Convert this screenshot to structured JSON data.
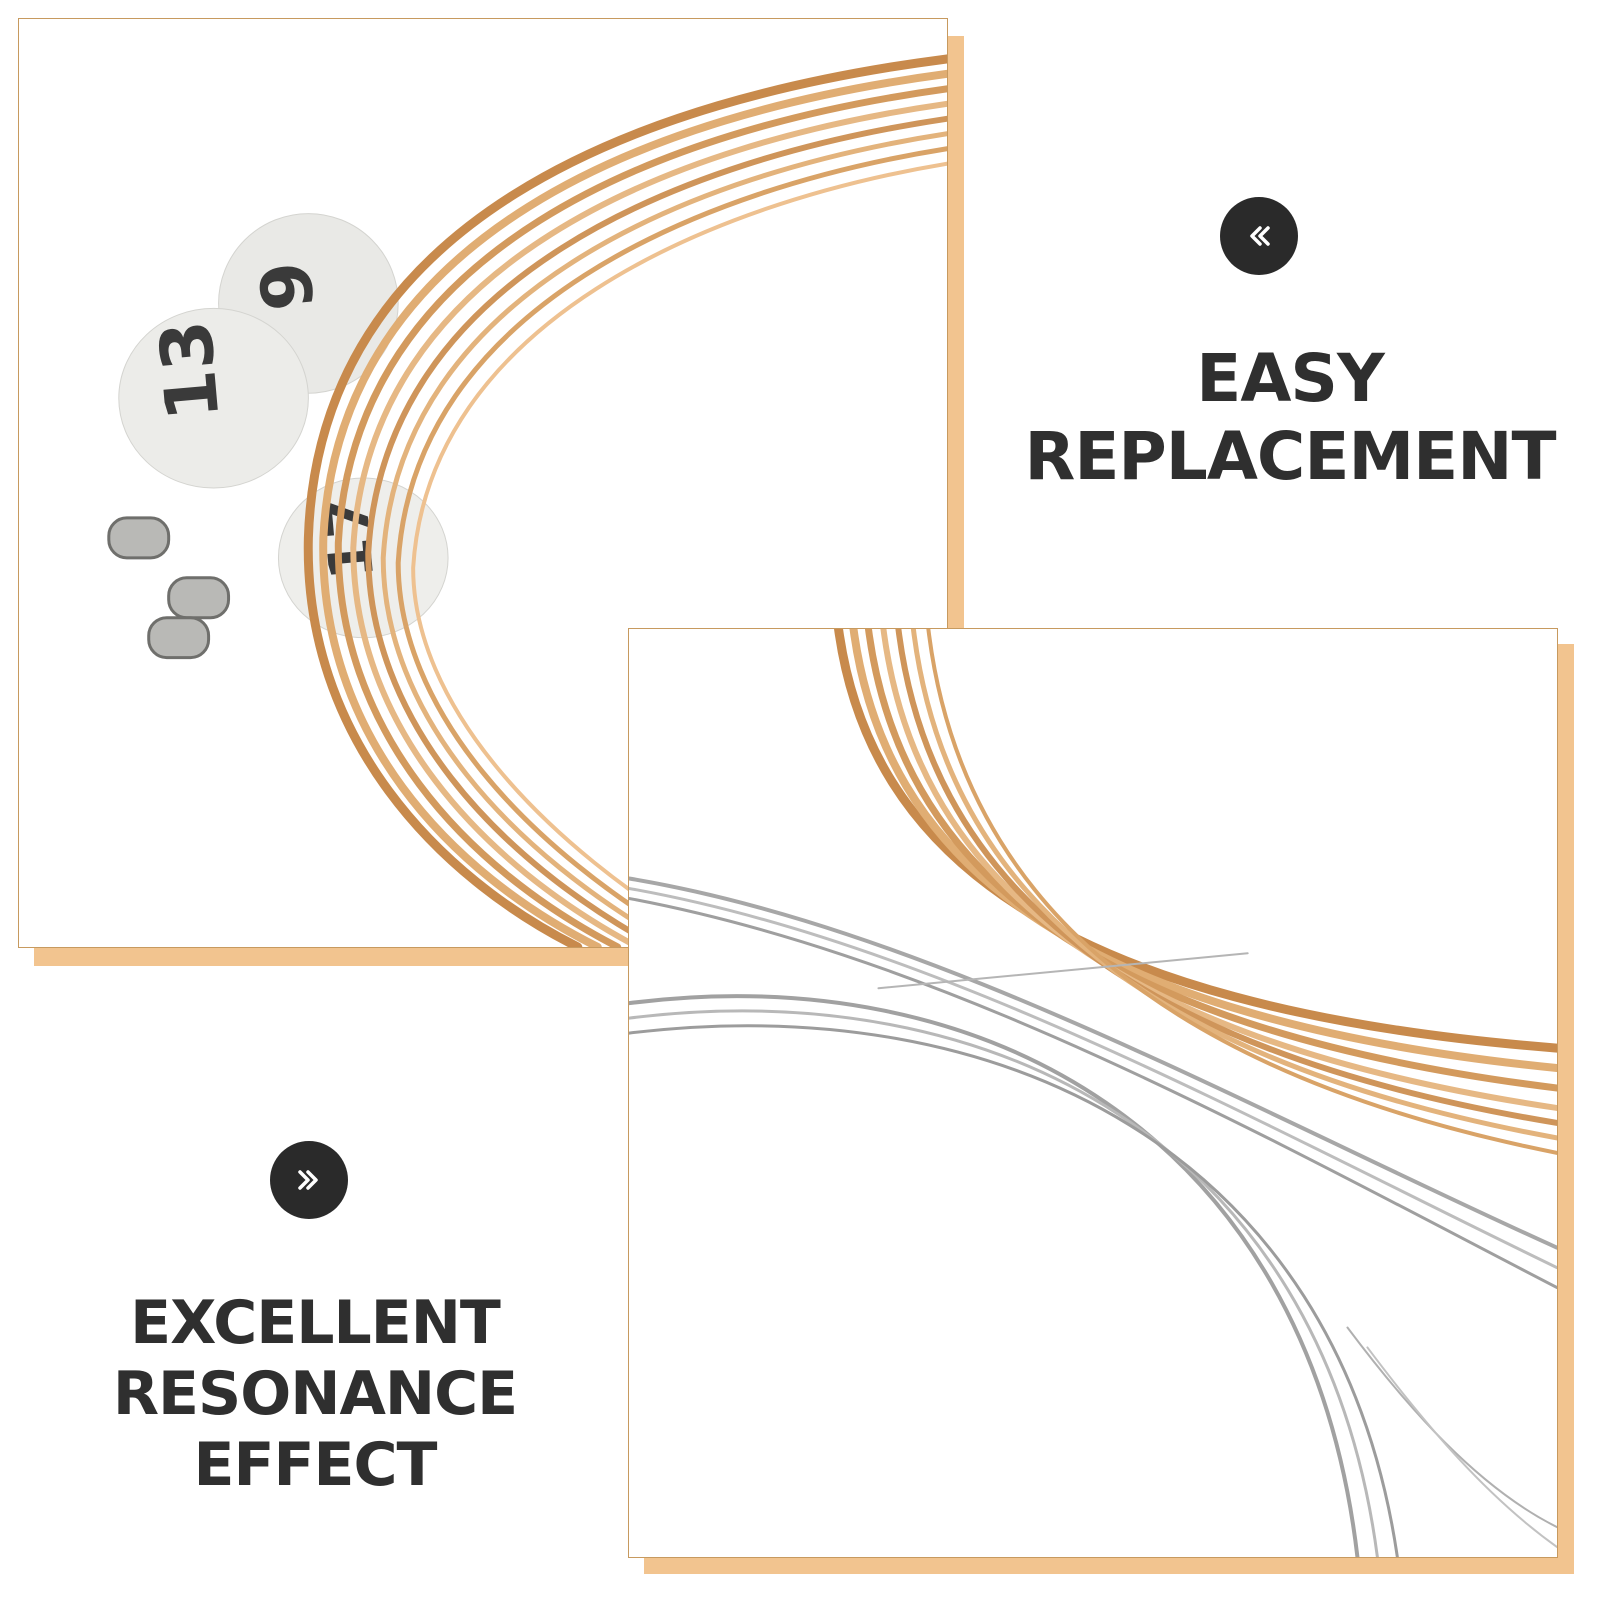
{
  "panels": {
    "top": {
      "caption_line1": "EASY",
      "caption_line2": "REPLACEMENT",
      "badge_icon": "double-chevron-left-icon"
    },
    "bottom": {
      "caption_line1": "EXCELLENT",
      "caption_line2": "RESONANCE EFFECT",
      "badge_icon": "double-chevron-right-icon"
    }
  },
  "colors": {
    "accent_shadow": "#f2c48f",
    "frame_border": "#c79a5f",
    "badge_bg": "#2a2a2a",
    "text": "#2f2f2f",
    "bronze_string": "#d6a164",
    "steel_string": "#a9a9a9"
  }
}
